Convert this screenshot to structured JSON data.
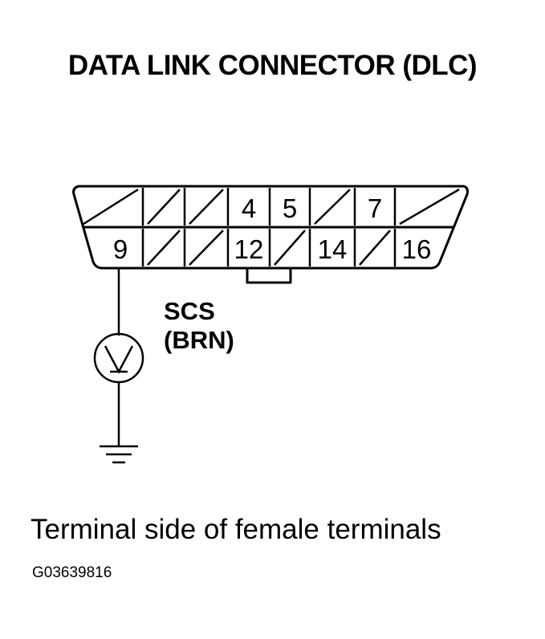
{
  "title": "DATA LINK CONNECTOR (DLC)",
  "connector": {
    "top_row_labels": [
      "",
      "",
      "",
      "4",
      "5",
      "",
      "7",
      ""
    ],
    "bottom_row_labels": [
      "9",
      "",
      "",
      "12",
      "",
      "14",
      "",
      "16"
    ],
    "top_row_slashed": [
      true,
      true,
      true,
      false,
      false,
      true,
      false,
      true
    ],
    "bottom_row_slashed": [
      false,
      true,
      true,
      false,
      true,
      false,
      true,
      false
    ]
  },
  "signal": {
    "name": "SCS",
    "wire_color": "(BRN)"
  },
  "caption": "Terminal side of female terminals",
  "figure_id": "G03639816"
}
